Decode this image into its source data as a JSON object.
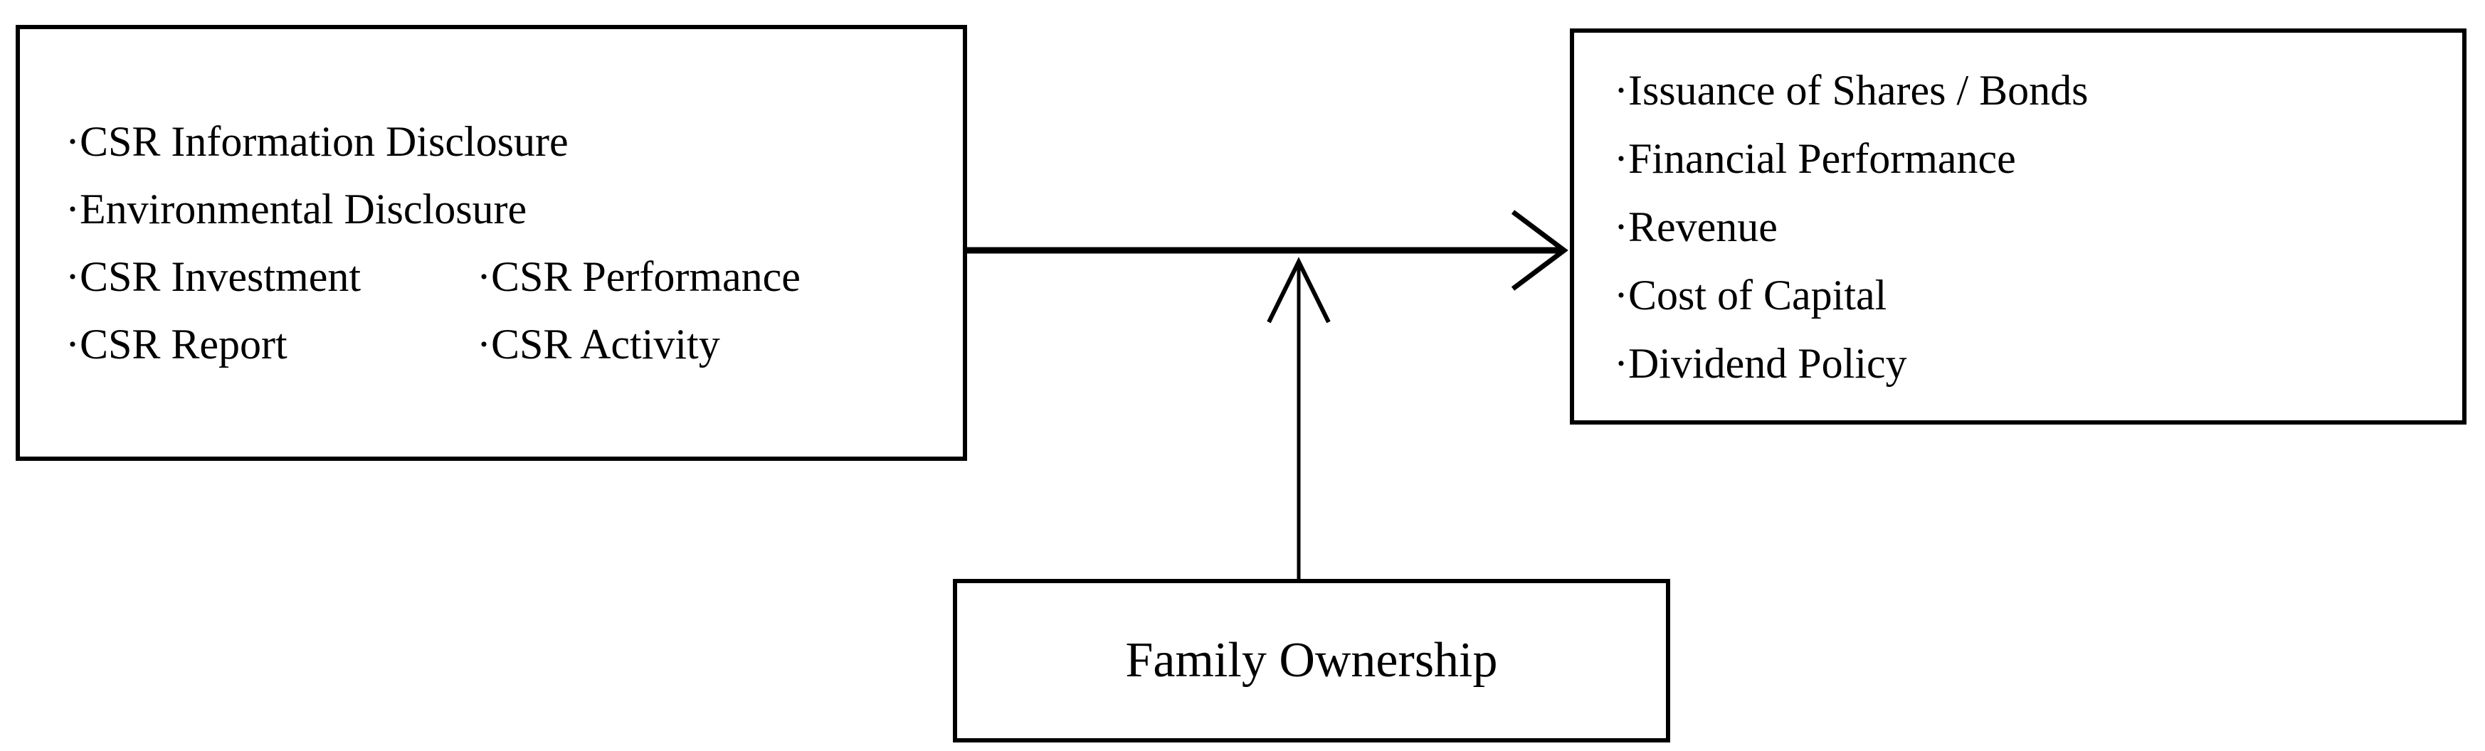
{
  "figure": {
    "description_label": "conceptual-model-diagram"
  },
  "colors": {
    "background": "#ffffff",
    "border": "#000000",
    "text": "#000000",
    "arrow": "#000000"
  },
  "csr_box": {
    "rows": [
      {
        "col1": "·CSR Information Disclosure",
        "col2": ""
      },
      {
        "col1": "·Environmental Disclosure",
        "col2": ""
      },
      {
        "col1": "·CSR Investment",
        "col2": "·CSR Performance"
      },
      {
        "col1": "·CSR Report",
        "col2": "·CSR Activity"
      }
    ]
  },
  "outcomes_box": {
    "items": [
      "·Issuance of Shares / Bonds",
      "·Financial Performance",
      "·Revenue",
      "·Cost of Capital",
      "·Dividend Policy"
    ]
  },
  "moderator_box": {
    "label": "Family Ownership"
  }
}
